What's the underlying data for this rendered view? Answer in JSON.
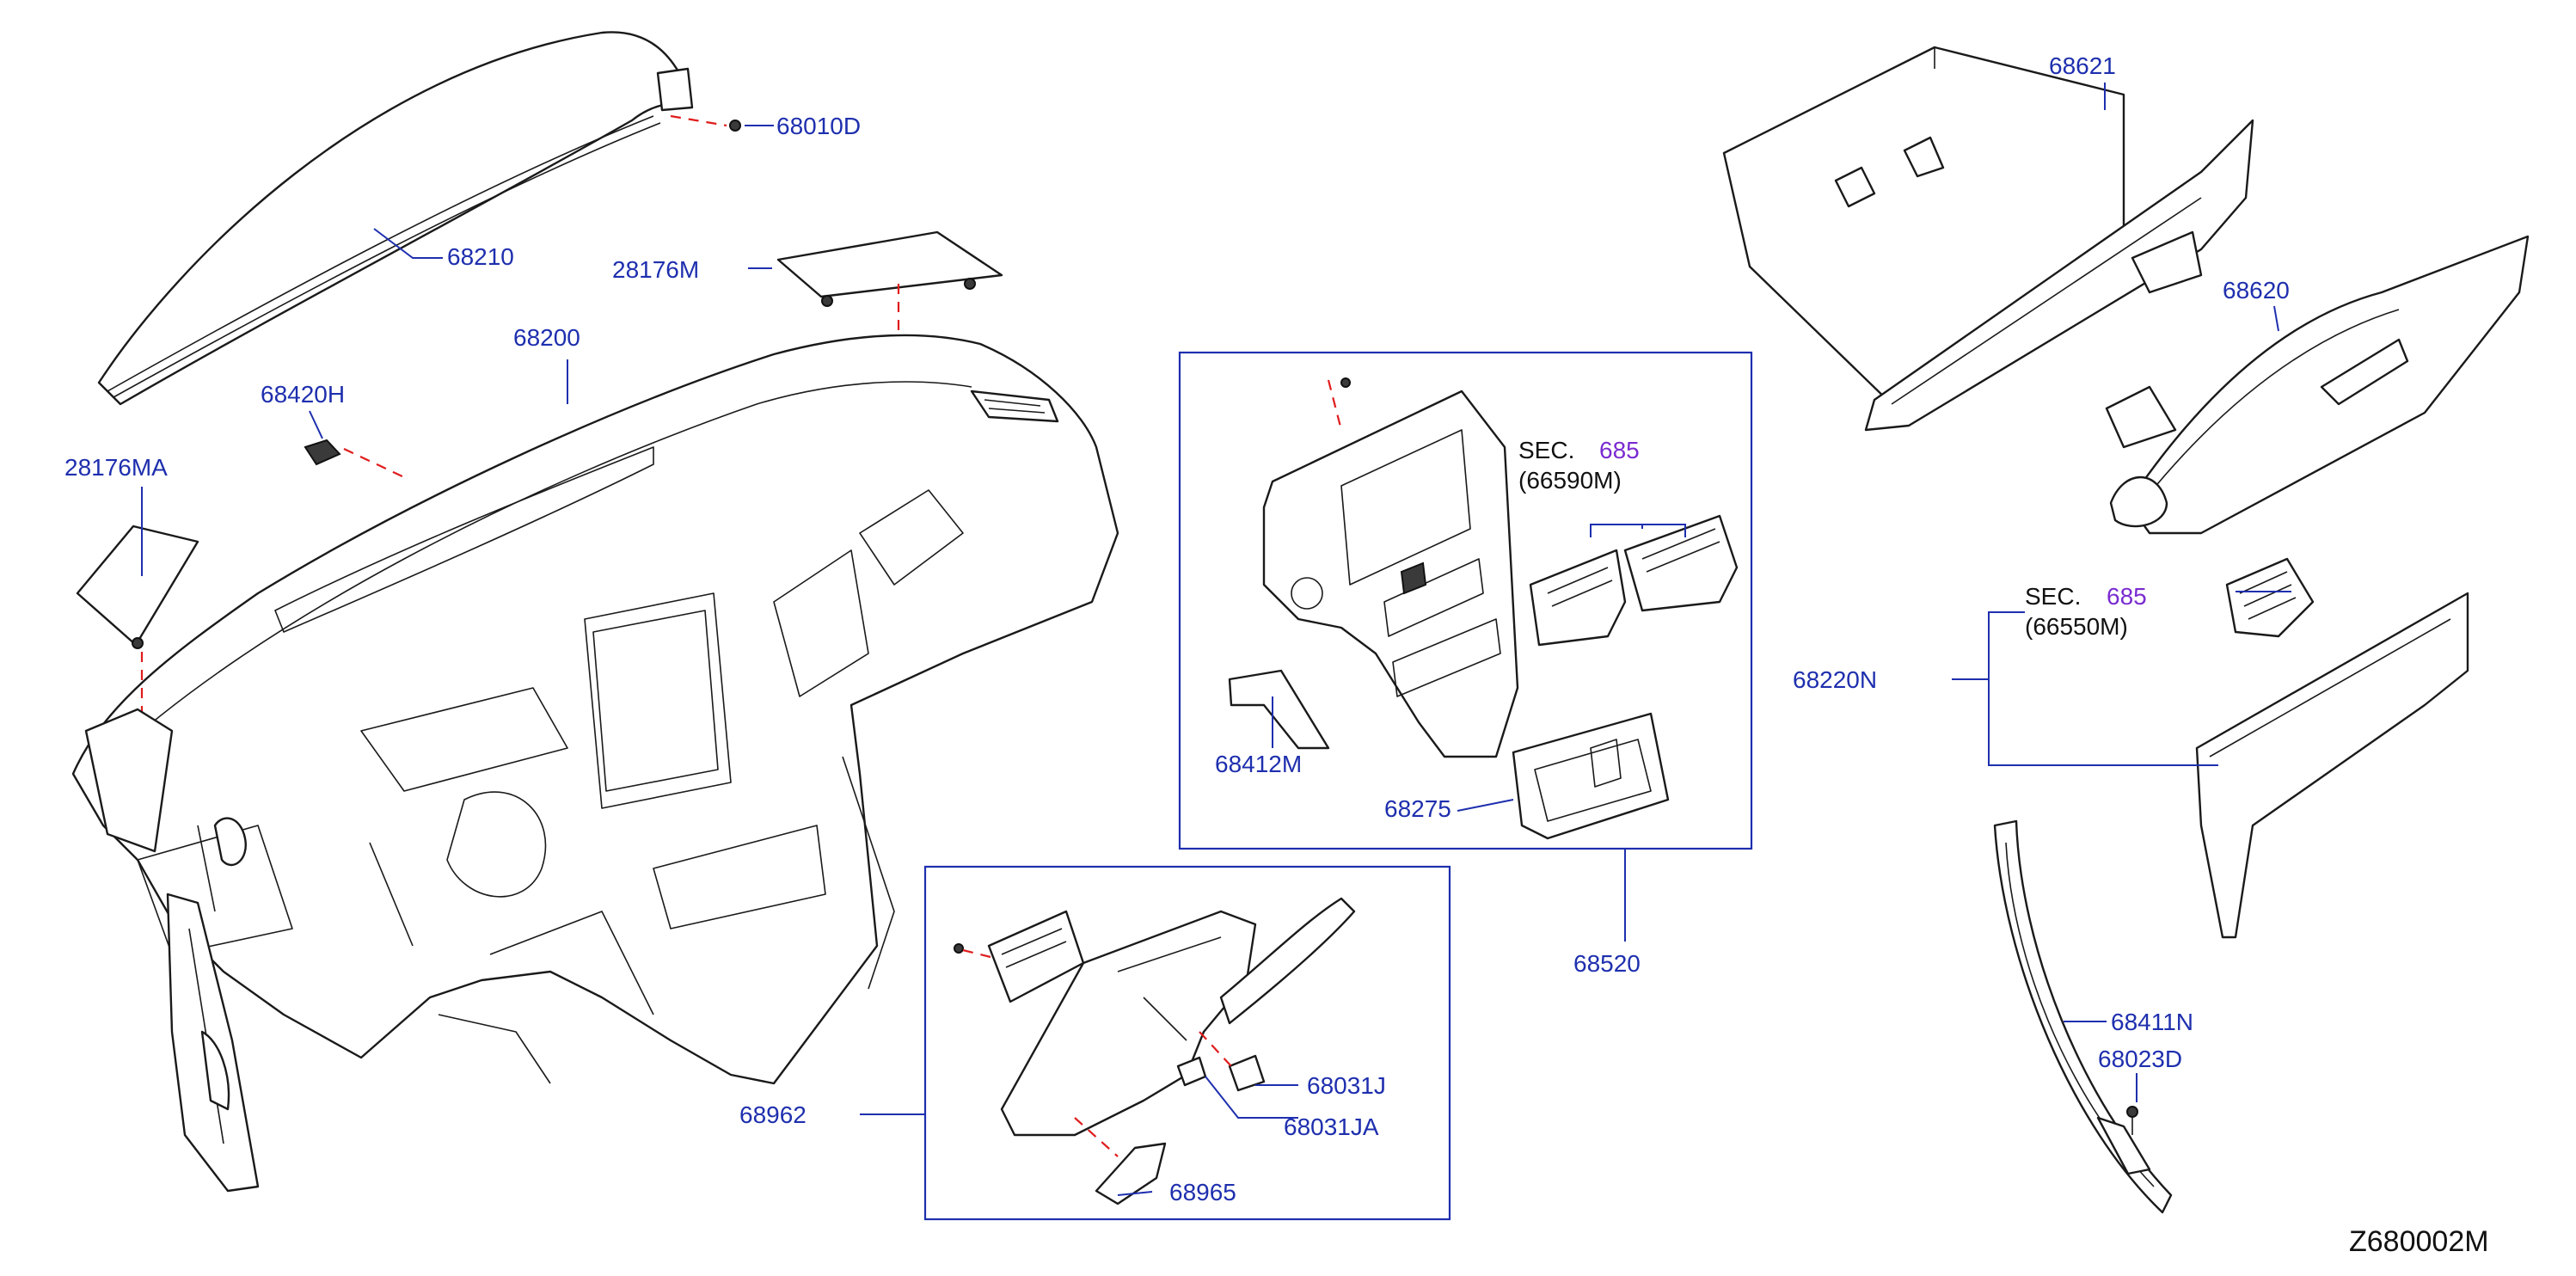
{
  "diagram_code": "Z680002M",
  "sections": [
    {
      "prefix": "SEC.",
      "number": "685",
      "subcode": "(66590M)"
    },
    {
      "prefix": "SEC.",
      "number": "685",
      "subcode": "(66550M)"
    }
  ],
  "part_labels": {
    "p68010D": "68010D",
    "p68210": "68210",
    "p28176M": "28176M",
    "p68200": "68200",
    "p68420H": "68420H",
    "p28176MA": "28176MA",
    "p68621": "68621",
    "p68620": "68620",
    "p68220N": "68220N",
    "p68412M": "68412M",
    "p68275": "68275",
    "p68520": "68520",
    "p68962": "68962",
    "p68031J": "68031J",
    "p68031JA": "68031JA",
    "p68965": "68965",
    "p68411N": "68411N",
    "p68023D": "68023D"
  },
  "colors": {
    "label_blue": "#1e2fae",
    "section_purple": "#7a2bd0",
    "fastener_red": "#e01c1c",
    "line_black": "#1a1a1a"
  }
}
